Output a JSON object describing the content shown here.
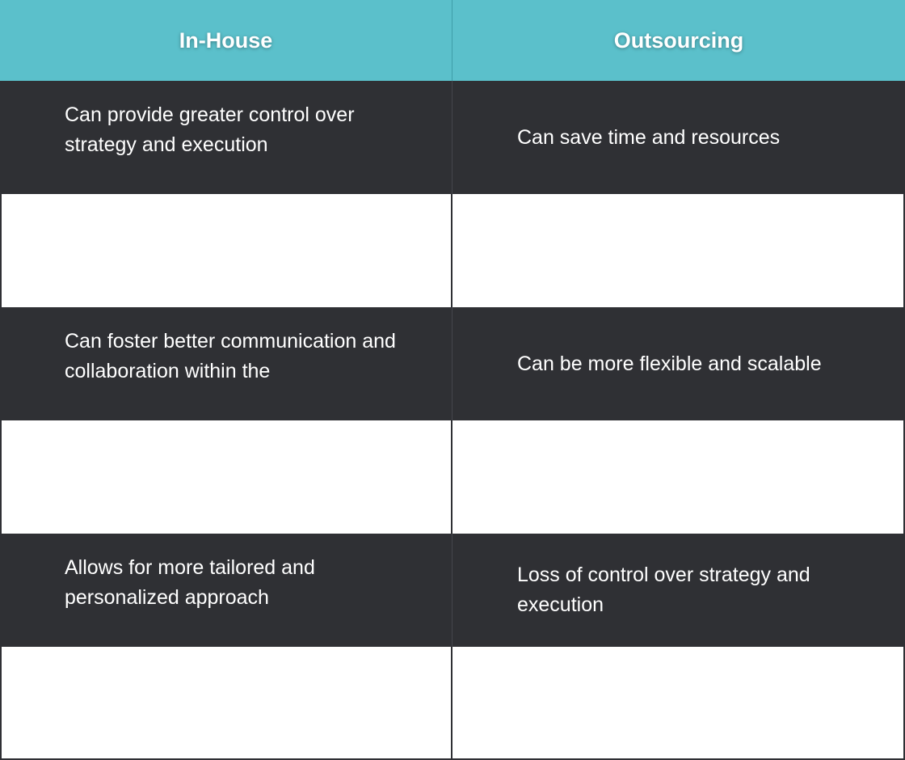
{
  "header": {
    "left": "In-House",
    "right": "Outsourcing"
  },
  "rows": [
    {
      "left": "Can provide greater control over strategy and execution",
      "right": "Can save time and resources"
    },
    {
      "left": "Can foster better communication and collaboration within the",
      "right": "Can be more flexible and scalable"
    },
    {
      "left": "Allows for more tailored and personalized approach",
      "right": "Loss of control over strategy and execution"
    }
  ],
  "colors": {
    "header_bg": "#5bc0cb",
    "dark_row_bg": "#2f3034",
    "light_row_bg": "#ffffff",
    "text_light": "#ffffff"
  }
}
